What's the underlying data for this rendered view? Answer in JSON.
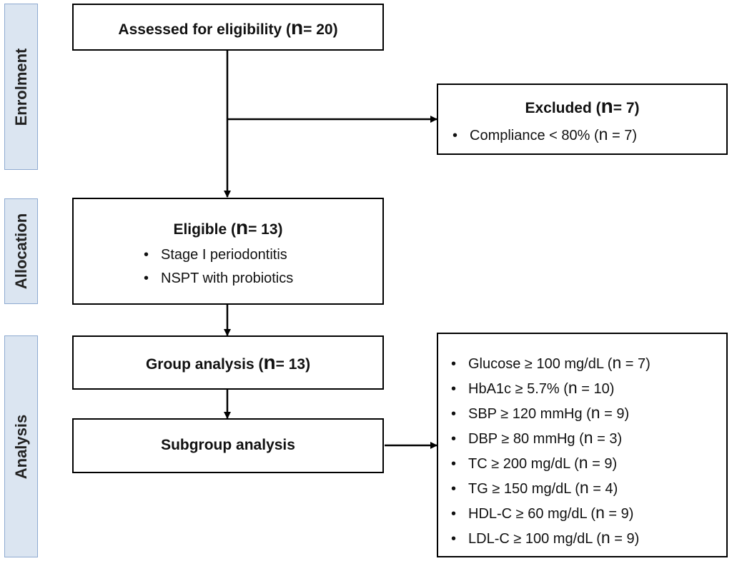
{
  "phases": {
    "enrolment": "Enrolment",
    "allocation": "Allocation",
    "analysis": "Analysis"
  },
  "assessed": {
    "label": "Assessed for eligibility",
    "n_symbol": "n",
    "n_value": "= 20"
  },
  "excluded": {
    "label": "Excluded",
    "n_symbol": "n",
    "n_value": "= 7",
    "items": [
      {
        "text": "Compliance < 80% (",
        "n_symbol": "n",
        "n_value": " = 7)"
      }
    ]
  },
  "eligible": {
    "label": "Eligible",
    "n_symbol": "n",
    "n_value": "= 13",
    "items": [
      "Stage I periodontitis",
      "NSPT with probiotics"
    ]
  },
  "group_analysis": {
    "label": "Group analysis",
    "n_symbol": "n",
    "n_value": "= 13"
  },
  "subgroup_analysis": {
    "label": "Subgroup analysis"
  },
  "subgroups": [
    {
      "text": "Glucose ≥ 100 mg/dL (",
      "n_symbol": "n",
      "n_value": " = 7)"
    },
    {
      "text": "HbA1c ≥ 5.7% (",
      "n_symbol": "n",
      "n_value": " = 10)"
    },
    {
      "text": "SBP ≥ 120 mmHg (",
      "n_symbol": "n",
      "n_value": " = 9)"
    },
    {
      "text": "DBP ≥ 80 mmHg (",
      "n_symbol": "n",
      "n_value": " = 3)"
    },
    {
      "text": "TC ≥ 200 mg/dL (",
      "n_symbol": "n",
      "n_value": " = 9)"
    },
    {
      "text": "TG ≥ 150 mg/dL (",
      "n_symbol": "n",
      "n_value": " = 4)"
    },
    {
      "text": "HDL-C ≥ 60 mg/dL (",
      "n_symbol": "n",
      "n_value": " = 9)"
    },
    {
      "text": "LDL-C ≥ 100 mg/dL (",
      "n_symbol": "n",
      "n_value": " = 9)"
    }
  ],
  "colors": {
    "phase_fill": "#dbe5f1",
    "phase_border": "#8eaad1",
    "line": "#000000"
  }
}
